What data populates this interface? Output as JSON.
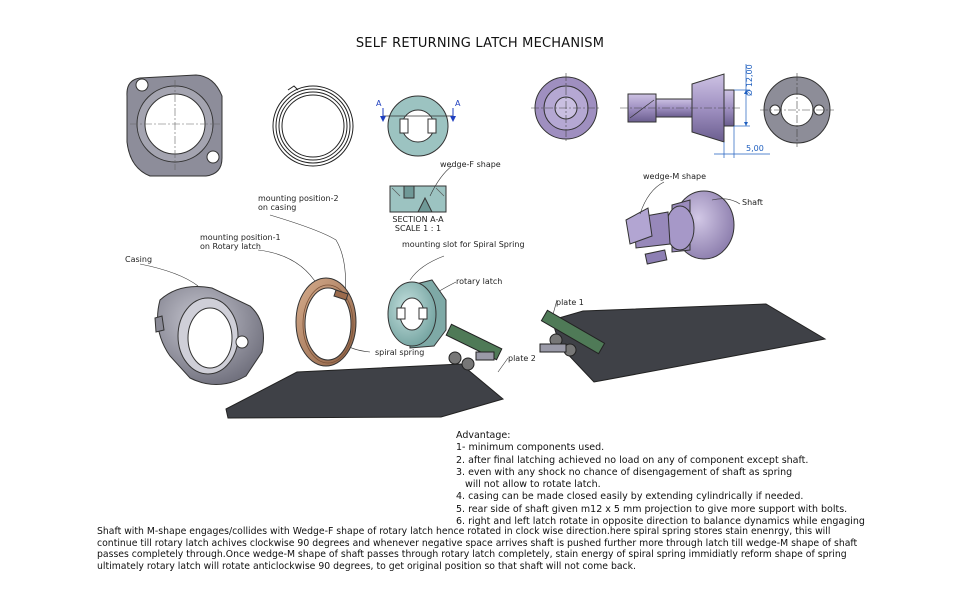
{
  "title": "SELF RETURNING LATCH MECHANISM",
  "labels": {
    "wedge_f": "wedge-F shape",
    "section_1": "SECTION A-A",
    "section_2": "SCALE 1 : 1",
    "wedge_m": "wedge-M shape",
    "shaft": "Shaft",
    "mount2_1": "mounting position-2",
    "mount2_2": "on casing",
    "mount1_1": "mounting position-1",
    "mount1_2": "on Rotary latch",
    "casing": "Casing",
    "slot": "mounting slot for Spiral Spring",
    "rotary": "rotary latch",
    "spring": "spiral spring",
    "plate1": "plate 1",
    "plate2": "plate 2",
    "sec_a_left": "A",
    "sec_a_right": "A",
    "dim_diam": "Ø 12,00",
    "dim_len": "5,00"
  },
  "advantage": {
    "heading": "Advantage:",
    "items": [
      "1- minimum components used.",
      "2. after final latching achieved no load on any of component except shaft.",
      "3. even with any shock no chance of disengagement of shaft as spring",
      "   will not allow to rotate latch.",
      "4. casing can be made closed easily by extending cylindrically if needed.",
      "5. rear side of shaft given m12 x 5 mm projection to give more support with bolts.",
      "6. right and left latch rotate in opposite direction to balance dynamics while engaging"
    ]
  },
  "description": [
    "Shaft  with M-shape engages/collides with  Wedge-F shape of rotary latch hence rotated in clock wise direction.here spiral spring stores stain enenrgy, this will",
    "continue till rotary latch achives clockwise 90 degrees and whenever negative space arrives shaft is pushed further more through latch till wedge-M shape of shaft",
    "passes completely through.Once wedge-M shape of shaft passes through rotary latch completely, stain energy of spiral spring immidiatly reform shape of spring",
    "ultimately rotary latch will rotate anticlockwise 90 degrees, to get original position so that shaft will not come back."
  ],
  "colors": {
    "casing": "#8f8f9c",
    "latch": "#8ab5b3",
    "shaft": "#a99cc4",
    "spring": "#b88a6c",
    "plate": "#3f4147",
    "pcb": "#4f7a57",
    "dimension": "#1f5fbf"
  }
}
